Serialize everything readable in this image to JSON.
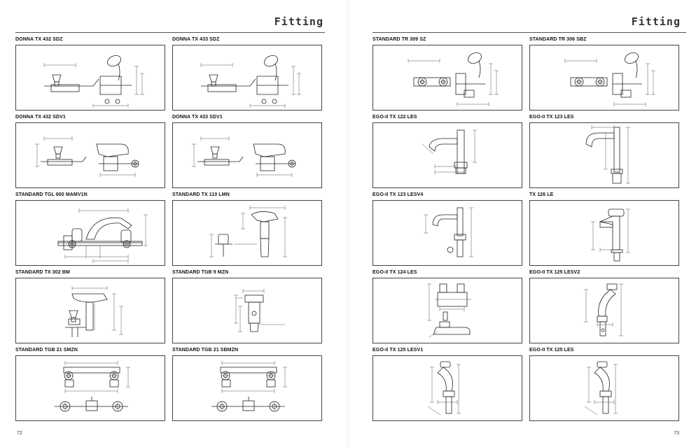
{
  "spread": {
    "left": {
      "header": "Fitting",
      "page_number": "72",
      "products": [
        {
          "name": "DONNA TX 432 SDZ",
          "kind": "shower"
        },
        {
          "name": "DONNA TX 433 SDZ",
          "kind": "shower"
        },
        {
          "name": "DONNA TX 432 SDV1",
          "kind": "wallmix"
        },
        {
          "name": "DONNA TX 433 SDV1",
          "kind": "wallmix"
        },
        {
          "name": "STANDARD TGL 600 MAMV1N",
          "kind": "deck3"
        },
        {
          "name": "STANDARD TX 110 LMN",
          "kind": "basin"
        },
        {
          "name": "STANDARD TX 302 BM",
          "kind": "bidet"
        },
        {
          "name": "STANDARD TGB 9 MZN",
          "kind": "valve"
        },
        {
          "name": "STANDARD TGB 21 SMZN",
          "kind": "twin"
        },
        {
          "name": "STANDARD TGB 21 SBMZN",
          "kind": "twin"
        }
      ]
    },
    "right": {
      "header": "Fitting",
      "page_number": "73",
      "products": [
        {
          "name": "STANDARD TR 309 SZ",
          "kind": "thermo"
        },
        {
          "name": "STANDARD TR 306 SBZ",
          "kind": "thermo"
        },
        {
          "name": "EGO-II TX 122 LES",
          "kind": "wallspout"
        },
        {
          "name": "EGO-II TX 123 LES",
          "kind": "pillar"
        },
        {
          "name": "EGO-II TX 123 LESV4",
          "kind": "pillarsmall"
        },
        {
          "name": "TX 126 LE",
          "kind": "push"
        },
        {
          "name": "EGO-II TX 124 LES",
          "kind": "twoview"
        },
        {
          "name": "EGO-II TX 125 LESV2",
          "kind": "curved"
        },
        {
          "name": "EGO-II TX 125 LESV1",
          "kind": "curvedleft"
        },
        {
          "name": "EGO-II TX 125 LES",
          "kind": "curvedleft"
        }
      ]
    }
  }
}
